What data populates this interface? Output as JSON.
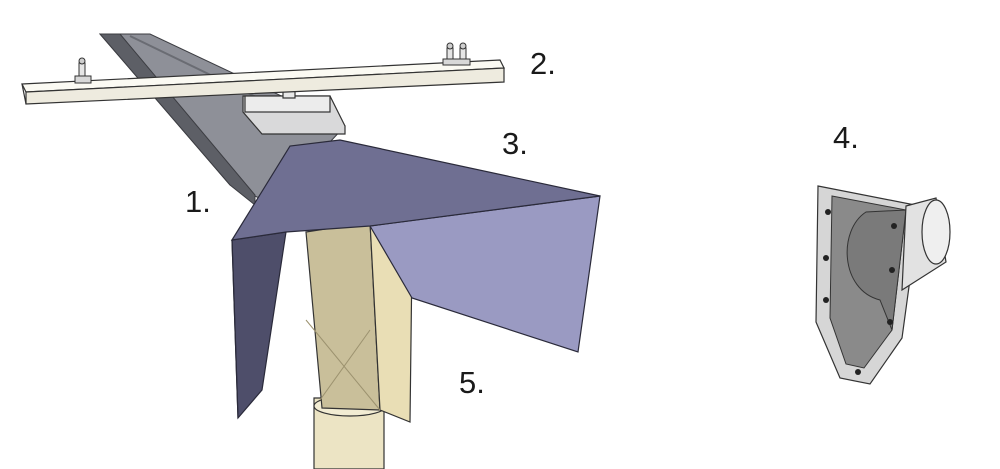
{
  "labels": {
    "one": "1.",
    "two": "2.",
    "three": "3.",
    "four": "4.",
    "five": "5."
  },
  "colors": {
    "rail_top": "#8e9098",
    "rail_side": "#5d5f66",
    "crossbeam": "#f6f4ea",
    "hood_top": "#6f6f92",
    "hood_side": "#9a9ac2",
    "hood_dark": "#4e4e6a",
    "nozzle": "#c9bf9a",
    "pipe": "#ece4c4",
    "adapter_frame": "#d6d6d6",
    "adapter_face": "#8a8a8a"
  }
}
